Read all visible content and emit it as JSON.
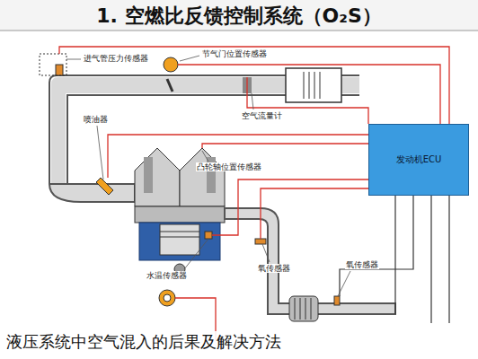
{
  "diagram": {
    "title": "1. 空燃比反馈控制系统（O₂S）",
    "caption": "液压系统中空气混入的后果及解决方法",
    "nodes": [
      {
        "text": [
          "发动机ECU"
        ]
      }
    ],
    "labels": [
      "进气管压力传感器",
      "节气门位置传感器",
      "空气流量计",
      "喷油器",
      "凸轮轴位置传感器",
      "水温传感器",
      "氧传感器",
      "氧传感器"
    ]
  }
}
